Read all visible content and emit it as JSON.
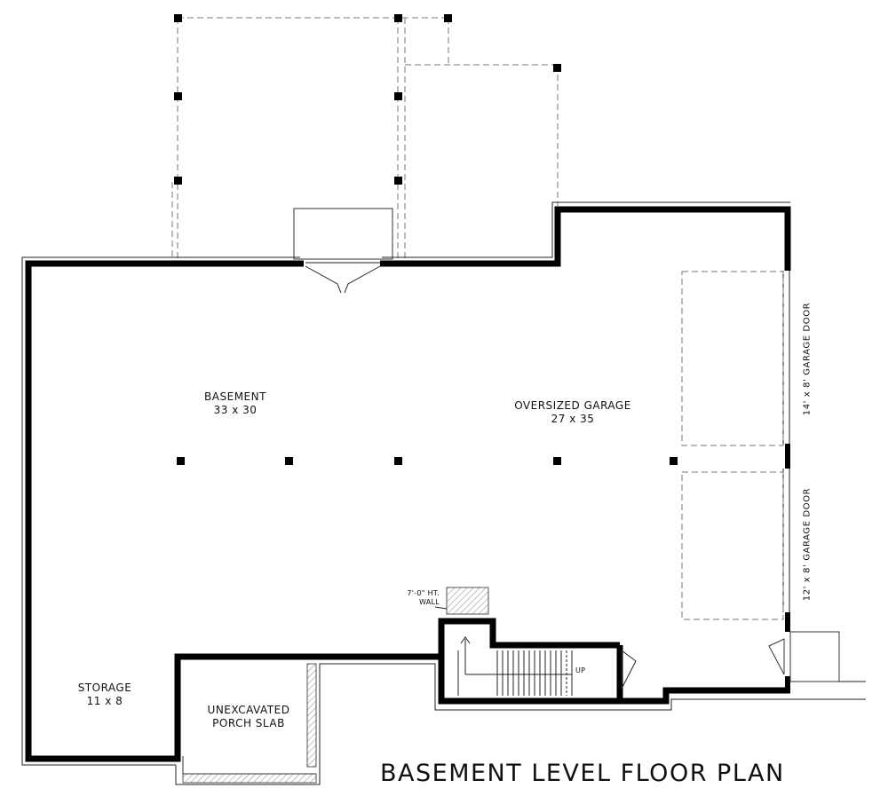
{
  "plan_title": "BASEMENT LEVEL FLOOR PLAN",
  "rooms": [
    {
      "name": "BASEMENT",
      "size": "33 x 30"
    },
    {
      "name": "OVERSIZED GARAGE",
      "size": "27 x 35"
    },
    {
      "name": "STORAGE",
      "size": "11 x 8"
    }
  ],
  "porch": {
    "line1": "UNEXCAVATED",
    "line2": "PORCH SLAB"
  },
  "wall_note": {
    "line1": "7'-0\" HT.",
    "line2": "WALL"
  },
  "stair_label": "UP",
  "garage_doors": [
    "14' x 8' GARAGE DOOR",
    "12' x 8' GARAGE DOOR"
  ],
  "colors": {
    "wall": "#000000",
    "outline": "#222222",
    "dashed": "#777777",
    "hatch": "#999999"
  }
}
